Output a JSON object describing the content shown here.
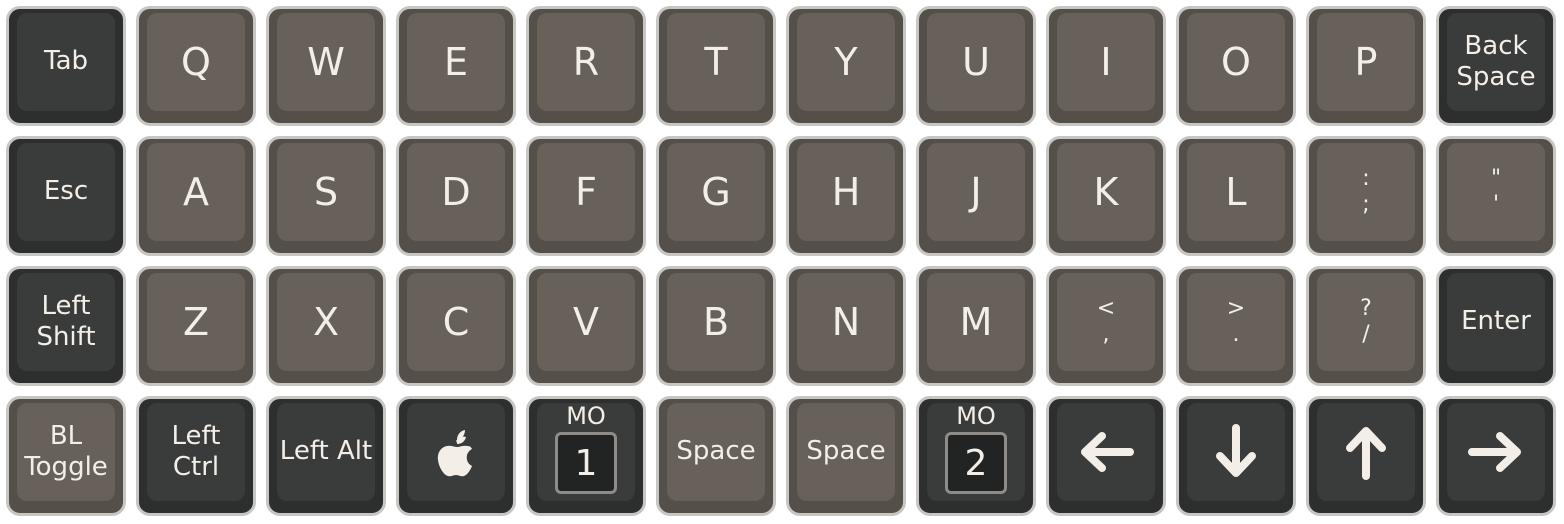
{
  "colors": {
    "light_key": "#67615a",
    "dark_key": "#3a3c3b",
    "legend": "#f3efe8",
    "outline": "#c7c6c3"
  },
  "keyboard": {
    "rows": [
      {
        "keys": [
          {
            "label": "Tab",
            "style": "dark",
            "kind": "mod"
          },
          {
            "label": "Q",
            "style": "light",
            "kind": "alpha"
          },
          {
            "label": "W",
            "style": "light",
            "kind": "alpha"
          },
          {
            "label": "E",
            "style": "light",
            "kind": "alpha"
          },
          {
            "label": "R",
            "style": "light",
            "kind": "alpha"
          },
          {
            "label": "T",
            "style": "light",
            "kind": "alpha"
          },
          {
            "label": "Y",
            "style": "light",
            "kind": "alpha"
          },
          {
            "label": "U",
            "style": "light",
            "kind": "alpha"
          },
          {
            "label": "I",
            "style": "light",
            "kind": "alpha"
          },
          {
            "label": "O",
            "style": "light",
            "kind": "alpha"
          },
          {
            "label": "P",
            "style": "light",
            "kind": "alpha"
          },
          {
            "label": "Back\nSpace",
            "style": "dark",
            "kind": "mod"
          }
        ]
      },
      {
        "keys": [
          {
            "label": "Esc",
            "style": "dark",
            "kind": "mod"
          },
          {
            "label": "A",
            "style": "light",
            "kind": "alpha"
          },
          {
            "label": "S",
            "style": "light",
            "kind": "alpha"
          },
          {
            "label": "D",
            "style": "light",
            "kind": "alpha"
          },
          {
            "label": "F",
            "style": "light",
            "kind": "alpha"
          },
          {
            "label": "G",
            "style": "light",
            "kind": "alpha"
          },
          {
            "label": "H",
            "style": "light",
            "kind": "alpha"
          },
          {
            "label": "J",
            "style": "light",
            "kind": "alpha"
          },
          {
            "label": "K",
            "style": "light",
            "kind": "alpha"
          },
          {
            "label": "L",
            "style": "light",
            "kind": "alpha"
          },
          {
            "shifted": ":",
            "label": ";",
            "style": "light",
            "kind": "sym"
          },
          {
            "shifted": "\"",
            "label": "'",
            "style": "light",
            "kind": "sym"
          }
        ]
      },
      {
        "keys": [
          {
            "label": "Left\nShift",
            "style": "dark",
            "kind": "mod"
          },
          {
            "label": "Z",
            "style": "light",
            "kind": "alpha"
          },
          {
            "label": "X",
            "style": "light",
            "kind": "alpha"
          },
          {
            "label": "C",
            "style": "light",
            "kind": "alpha"
          },
          {
            "label": "V",
            "style": "light",
            "kind": "alpha"
          },
          {
            "label": "B",
            "style": "light",
            "kind": "alpha"
          },
          {
            "label": "N",
            "style": "light",
            "kind": "alpha"
          },
          {
            "label": "M",
            "style": "light",
            "kind": "alpha"
          },
          {
            "shifted": "<",
            "label": ",",
            "style": "light",
            "kind": "sym"
          },
          {
            "shifted": ">",
            "label": ".",
            "style": "light",
            "kind": "sym"
          },
          {
            "shifted": "?",
            "label": "/",
            "style": "light",
            "kind": "sym"
          },
          {
            "label": "Enter",
            "style": "dark",
            "kind": "mod"
          }
        ]
      },
      {
        "keys": [
          {
            "label": "BL\nToggle",
            "style": "light",
            "kind": "mod"
          },
          {
            "label": "Left\nCtrl",
            "style": "dark",
            "kind": "mod"
          },
          {
            "label": "Left Alt",
            "style": "dark",
            "kind": "mod"
          },
          {
            "icon": "apple-icon",
            "style": "dark",
            "kind": "icon"
          },
          {
            "label": "MO",
            "layer": "1",
            "style": "dark",
            "kind": "mo"
          },
          {
            "label": "Space",
            "style": "light",
            "kind": "mod"
          },
          {
            "label": "Space",
            "style": "light",
            "kind": "mod"
          },
          {
            "label": "MO",
            "layer": "2",
            "style": "dark",
            "kind": "mo"
          },
          {
            "icon": "arrow-left-icon",
            "style": "dark",
            "kind": "icon"
          },
          {
            "icon": "arrow-down-icon",
            "style": "dark",
            "kind": "icon"
          },
          {
            "icon": "arrow-up-icon",
            "style": "dark",
            "kind": "icon"
          },
          {
            "icon": "arrow-right-icon",
            "style": "dark",
            "kind": "icon"
          }
        ]
      }
    ]
  }
}
